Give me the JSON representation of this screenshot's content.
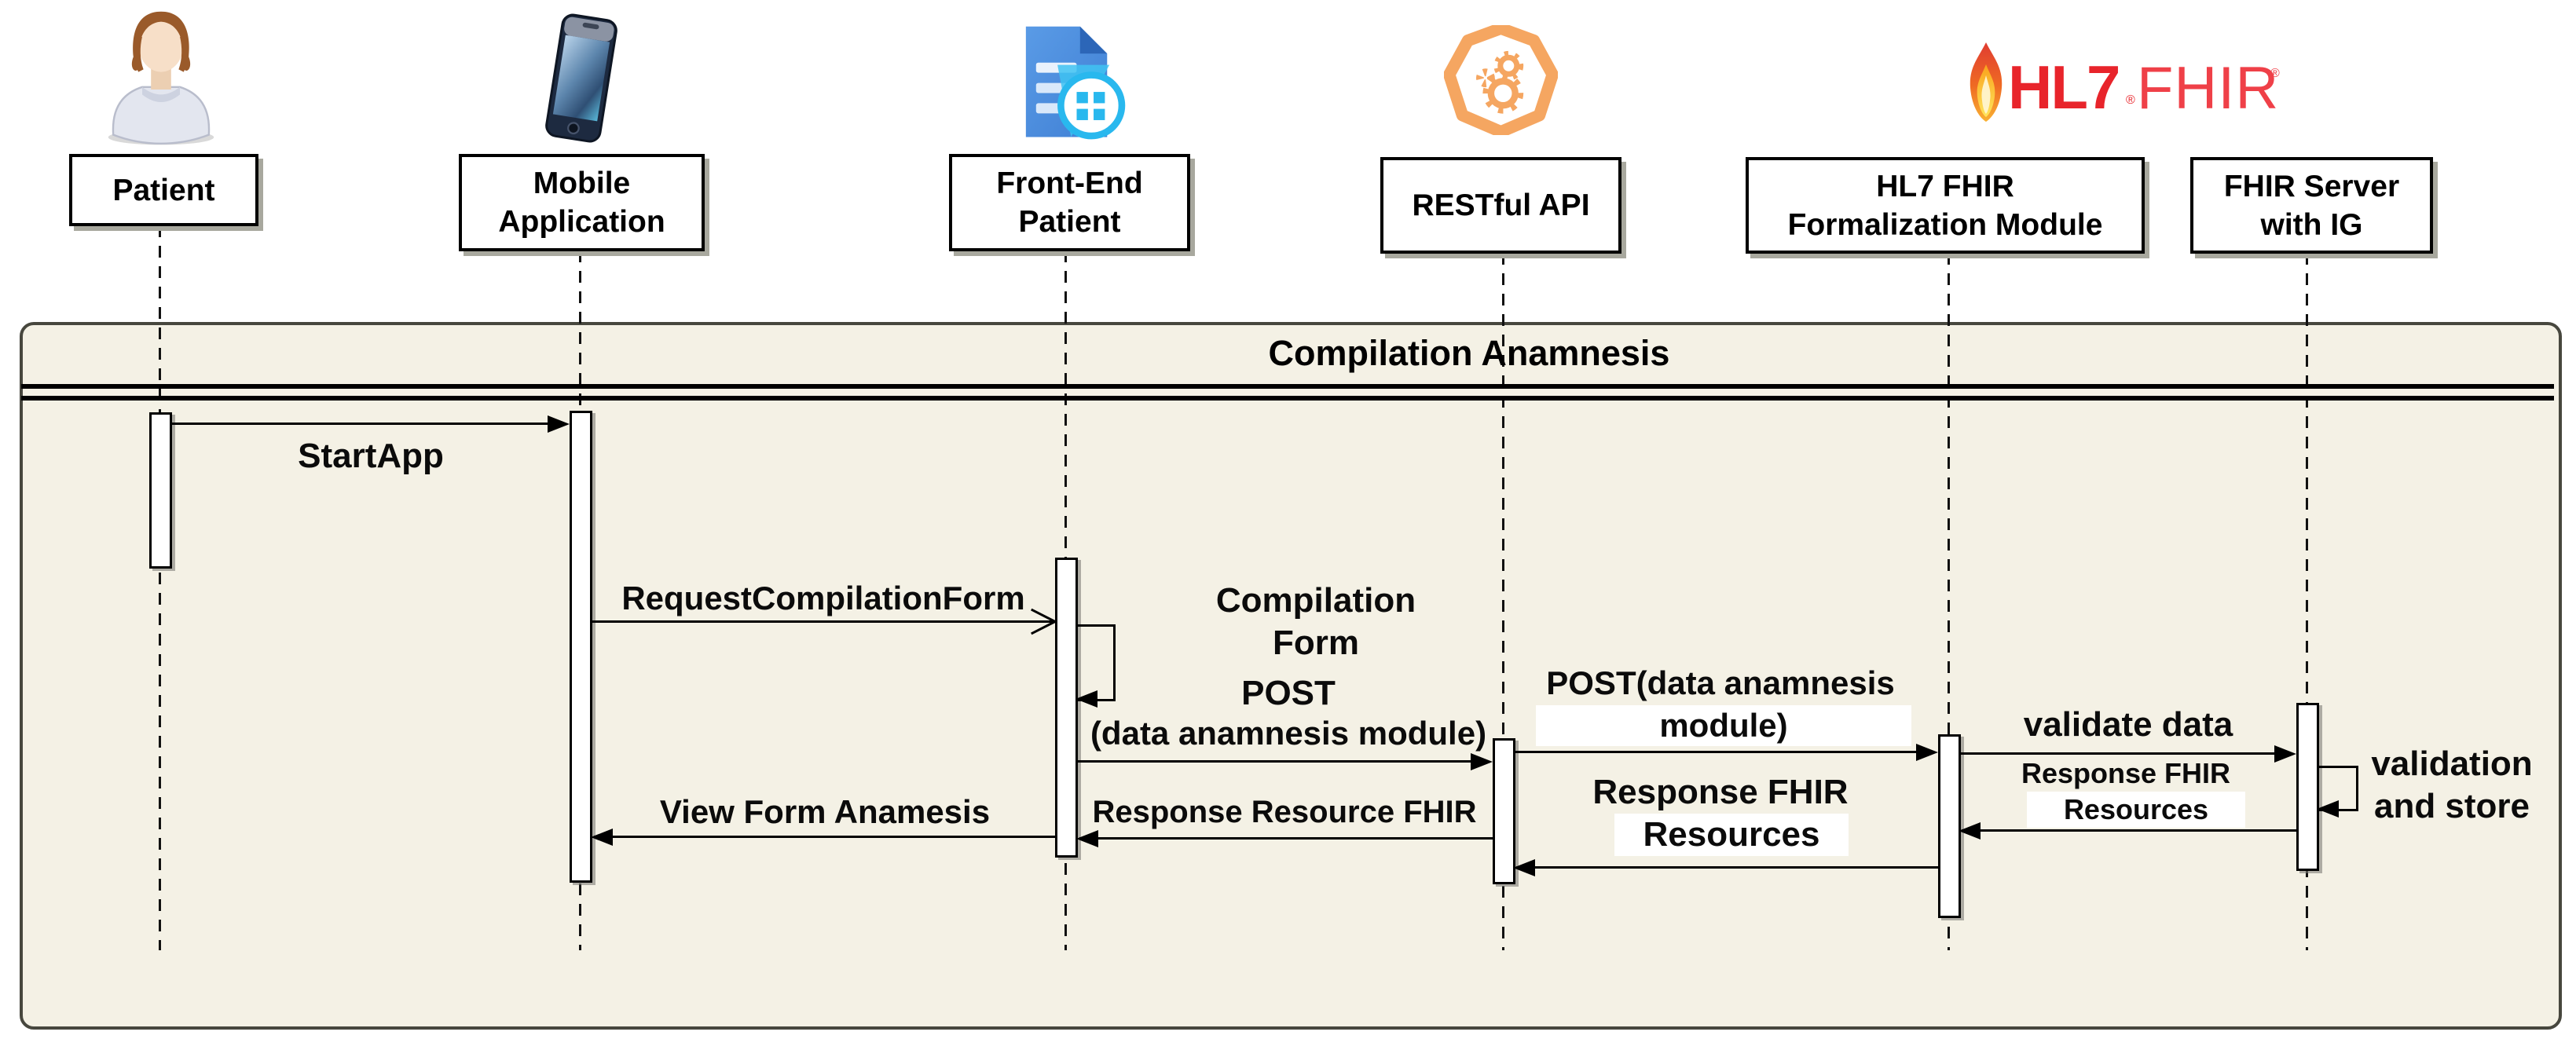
{
  "frame": {
    "title": "Compilation Anamnesis"
  },
  "actors": [
    {
      "line1": "Patient",
      "line2": "",
      "icon": "patient-icon"
    },
    {
      "line1": "Mobile",
      "line2": "Application",
      "icon": "mobile-phone-icon"
    },
    {
      "line1": "Front-End",
      "line2": "Patient",
      "icon": "document-form-icon"
    },
    {
      "line1": "RESTful API",
      "line2": "",
      "icon": "api-gears-icon"
    },
    {
      "line1": "HL7 FHIR",
      "line2": "Formalization Module",
      "icon": "hl7-fhir-logo"
    },
    {
      "line1": "FHIR Server",
      "line2": "with IG",
      "icon": ""
    }
  ],
  "messages": {
    "start_app": "StartApp",
    "request_compilation_form": "RequestCompilationForm",
    "compilation_form_l1": "Compilation",
    "compilation_form_l2": "Form",
    "post1_l1": "POST",
    "post1_l2": "(data anamnesis module)",
    "post2_l1": "POST(data anamnesis",
    "post2_l2": "module)",
    "validate_data": "validate data",
    "validation_store_l1": "validation",
    "validation_store_l2": "and store",
    "response_fhir_small_l1": "Response FHIR",
    "response_fhir_small_l2": "Resources",
    "response_fhir_big_l1": "Response FHIR",
    "response_fhir_big_l2": "Resources",
    "response_resource_fhir": "Response Resource FHIR",
    "view_form_anamesis": "View Form Anamesis"
  },
  "logo": {
    "hl7": "HL7",
    "fhir": "FHIR",
    "reg": "®"
  },
  "colors": {
    "frame_bg": "#f4f1e5",
    "logo_red": "#e8242b",
    "fhir_red": "#ef4048",
    "api_orange": "#f5a661",
    "doc_blue": "#4a8fe2",
    "doc_fold_blue": "#2c66b8",
    "badge_cyan": "#29b8ee",
    "phone_navy": "#24344d",
    "hair_brown": "#9a5a2a",
    "shirt_gray": "#e3e6ef"
  }
}
